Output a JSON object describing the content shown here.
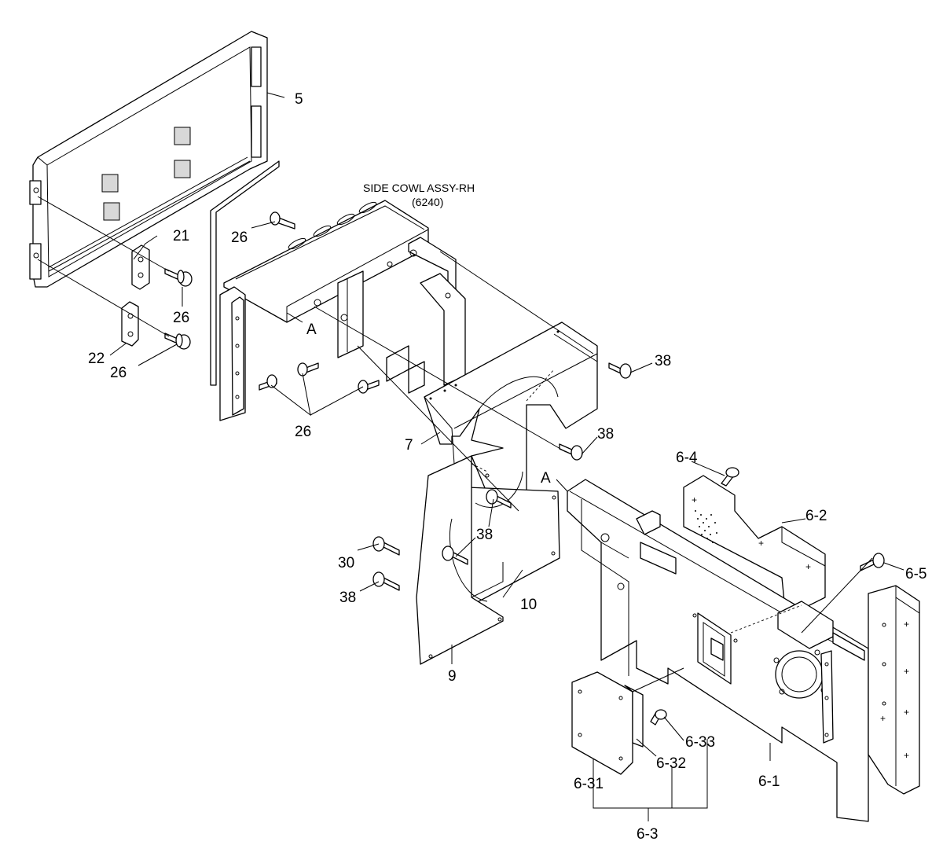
{
  "assembly": {
    "title": "SIDE COWL ASSY-RH",
    "ref": "(6240)"
  },
  "callouts": {
    "c5": "5",
    "c21": "21",
    "c22": "22",
    "c26a": "26",
    "c26b": "26",
    "c26c": "26",
    "c26d": "26",
    "cA1": "A",
    "cA2": "A",
    "c38a": "38",
    "c38b": "38",
    "c38c": "38",
    "c38d": "38",
    "c7": "7",
    "c30": "30",
    "c10": "10",
    "c9": "9",
    "c6_4": "6-4",
    "c6_2": "6-2",
    "c6_5": "6-5",
    "c6_1": "6-1",
    "c6_33": "6-33",
    "c6_32": "6-32",
    "c6_31": "6-31",
    "c6_3": "6-3"
  }
}
